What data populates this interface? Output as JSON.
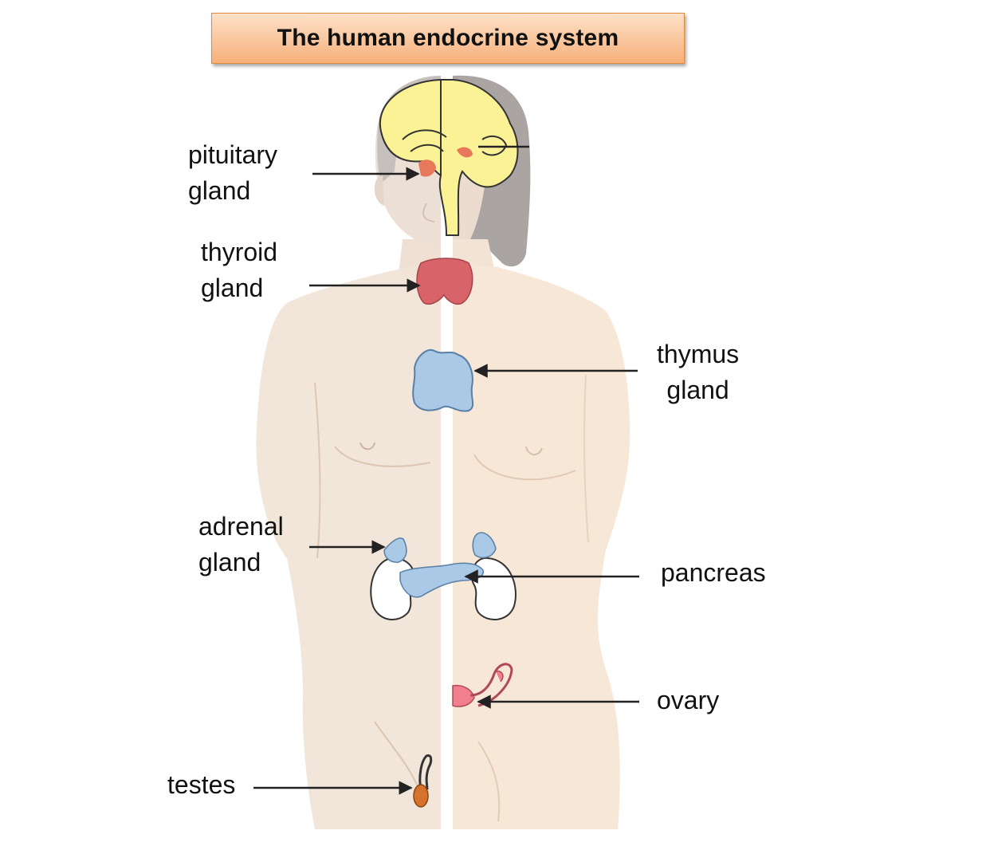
{
  "title": "The human endocrine system",
  "labels": {
    "pituitary": [
      "pituitary",
      "gland"
    ],
    "thyroid": [
      "thyroid",
      "gland"
    ],
    "thymus": [
      "thymus",
      "gland"
    ],
    "adrenal": [
      "adrenal",
      "gland"
    ],
    "pancreas": "pancreas",
    "ovary": "ovary",
    "testes": "testes"
  },
  "colors": {
    "title_border": "#e08a3c",
    "title_fill_top": "#fde1c8",
    "title_fill_bottom": "#f7b07a",
    "body_male": "#f1e3d6",
    "body_female": "#f6e7d6",
    "hair": "#ada8a6",
    "brain": "#fbf296",
    "pituitary": "#e8785a",
    "thyroid": "#d8646a",
    "thymus": "#a9c9e6",
    "kidney": "#ffffff",
    "adrenal_pancreas": "#a9c9e6",
    "ovary": "#f2808c",
    "testes": "#d6722e",
    "arrow": "#222222"
  }
}
